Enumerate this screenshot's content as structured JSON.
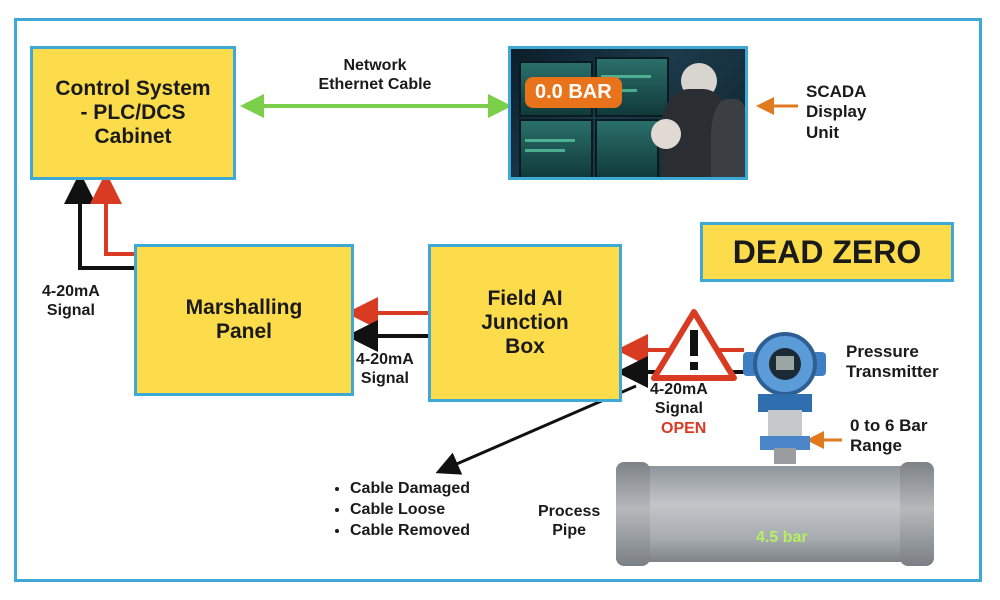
{
  "control_box": {
    "text": "Control System\n- PLC/DCS\nCabinet"
  },
  "marshalling_box": {
    "text": "Marshalling\nPanel"
  },
  "junction_box": {
    "text": "Field AI\nJunction\nBox"
  },
  "dead_zero": {
    "text": "DEAD ZERO"
  },
  "scada": {
    "reading": "0.0 BAR",
    "label": "SCADA\nDisplay\nUnit"
  },
  "network_label": "Network\nEthernet Cable",
  "signal_left": "4-20mA\nSignal",
  "signal_middle": "4-20mA\nSignal",
  "signal_right": "4-20mA\nSignal",
  "open_label": "OPEN",
  "transmitter_label": "Pressure\nTransmitter",
  "range_label": "0 to 6 Bar\nRange",
  "process_pipe_label": "Process\nPipe",
  "pressure_value": "4.5 bar",
  "faults": [
    "Cable Damaged",
    "Cable Loose",
    "Cable Removed"
  ],
  "colors": {
    "box_fill": "#fddc4c",
    "border": "#3fa9d6",
    "signal_red": "#d93a22",
    "signal_black": "#111111",
    "ethernet_green": "#7ccf4a",
    "pointer_orange": "#e07a1f",
    "open_red": "#d93a22"
  }
}
